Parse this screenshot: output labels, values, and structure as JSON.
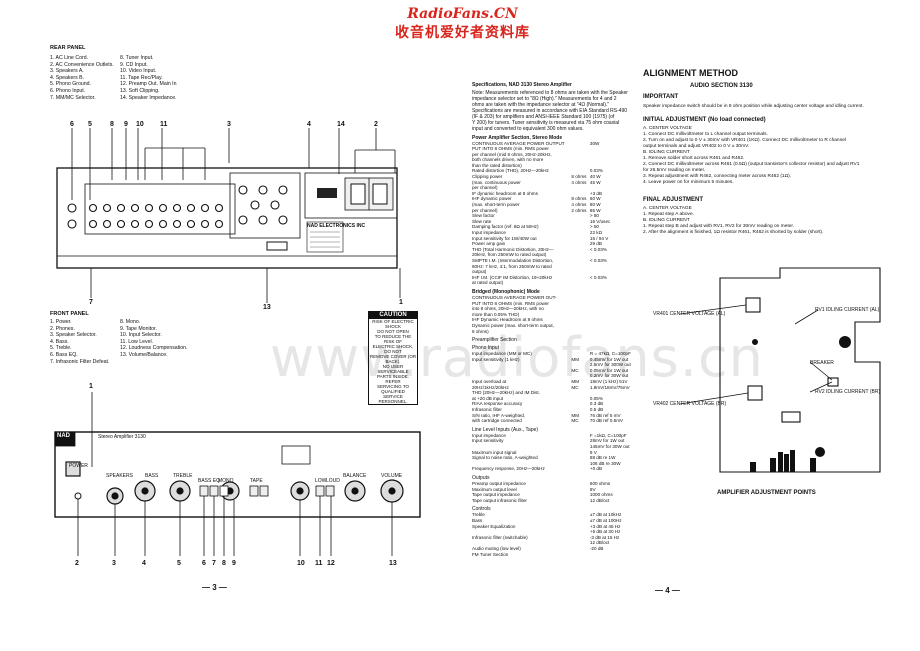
{
  "watermark": {
    "site": "RadioFans.CN",
    "cn": "收音机爱好者资料库",
    "url": "www.radiofans.cn"
  },
  "rear_panel": {
    "title": "REAR PANEL",
    "items_left": [
      "1. AC Line Cord.",
      "2. AC Convenience Outlets.",
      "3. Speakers A.",
      "4. Speakers B.",
      "5. Phono Ground.",
      "6. Phono Input.",
      "7. MM/MC Selector."
    ],
    "items_right": [
      "8. Tuner Input.",
      "9. CD Input.",
      "10. Video Input.",
      "11. Tape Rec/Play.",
      "12. Preamp Out. Main In",
      "13. Soft Clipping.",
      "14. Speaker Impedance."
    ],
    "callouts_top": [
      "6",
      "5",
      "8",
      "9",
      "10",
      "11",
      "3",
      "4",
      "14",
      "2"
    ],
    "callouts_bottom": [
      "7",
      "13",
      "1"
    ],
    "label_nad_electronics": "NAD ELECTRONICS INC"
  },
  "front_panel": {
    "title": "FRONT PANEL",
    "items_left": [
      "1. Power.",
      "2. Phones.",
      "3. Speaker Selector.",
      "4. Bass.",
      "5. Treble.",
      "6. Bass EQ.",
      "7. Infrasonic Filter Defeat."
    ],
    "items_right": [
      "8. Mono.",
      "9. Tape Monitor.",
      "10. Input Selector.",
      "11. Low Level.",
      "12. Loudness Compensation.",
      "13. Volume/Balance."
    ],
    "callout_top": "1",
    "callouts_bottom": [
      "2",
      "3",
      "4",
      "5",
      "6",
      "7",
      "8",
      "9",
      "10",
      "11",
      "12",
      "13"
    ],
    "brand": "NAD",
    "model": "Stereo Amplifier 3130",
    "knob_labels": [
      "POWER",
      "SPEAKERS",
      "BASS",
      "TREBLE",
      "BASS EQ",
      "MONO",
      "TAPE",
      "LOW",
      "LOUD",
      "BALANCE",
      "VOLUME"
    ]
  },
  "caution": {
    "title": "CAUTION",
    "text": [
      "RISK OF ELECTRIC SHOCK",
      "DO NOT OPEN",
      "TO REDUCE THE RISK OF",
      "ELECTRIC SHOCK, DO NOT",
      "REMOVE COVER (OR BACK).",
      "NO USER SERVICEABLE",
      "PARTS INSIDE. REFER",
      "SERVICING TO QUALIFIED",
      "SERVICE PERSONNEL."
    ]
  },
  "page_left": "— 3 —",
  "specs": {
    "title": "Specifications, NAD 3130 Stereo Amplifier",
    "note": [
      "Note: Measurements referenced to 8 ohms are taken with the Speaker",
      "impedance selector set to \"8Ω (High).\" Measurements for 4 and 2",
      "ohms are taken with the impedance selector at \"4Ω (Normal).\"",
      "Specifications are measured in accordance with EIA Standard RS-490",
      "(IF & 203) for amplifiers and ANSI-IEEE Standard 100 (1975) (of",
      "Y 200) for tuners. Tuner sensitivity is measured via 75 ohm coaxial",
      "input and converted to equivalent 300 ohm values."
    ],
    "power_section": "Power Amplifier Section, Stereo Mode",
    "rows": [
      {
        "k": "CONTINUOUS AVERAGE POWER OUTPUT",
        "m": "",
        "v": "30W"
      },
      {
        "k": "  PUT INTO 8 OHMS (min. RMS power",
        "m": "",
        "v": ""
      },
      {
        "k": "  per channel (mid 8 ohms, 20Hz-20kHz,",
        "m": "",
        "v": ""
      },
      {
        "k": "  both channels driven, with no more",
        "m": "",
        "v": ""
      },
      {
        "k": "  than the rated distortion)",
        "m": "",
        "v": ""
      },
      {
        "k": "Rated distortion (THD), 20Hz—20kHz",
        "m": "",
        "v": "0.03%"
      },
      {
        "k": "Clipping power",
        "m": "8 ohms",
        "v": "40 W"
      },
      {
        "k": "  (max. continuous power",
        "m": "4 ohms",
        "v": "45 W"
      },
      {
        "k": "  per channel)",
        "m": "",
        "v": ""
      },
      {
        "k": "IF dynamic headroom at 8 ohms",
        "m": "",
        "v": "+3 dB"
      },
      {
        "k": "IHF dynamic power",
        "m": "8 ohms",
        "v": "60 W"
      },
      {
        "k": "  (max. short-term power",
        "m": "4 ohms",
        "v": "80 W"
      },
      {
        "k": "  per channel)",
        "m": "2 ohms",
        "v": "85 W"
      },
      {
        "k": "Slew factor",
        "m": "",
        "v": "> 50"
      },
      {
        "k": "Slew rate",
        "m": "",
        "v": "16 V/usec"
      },
      {
        "k": "Damping factor (ref. 8Ω at 50Hz)",
        "m": "",
        "v": "> 50"
      },
      {
        "k": "Input impedance",
        "m": "",
        "v": "22 kΩ"
      },
      {
        "k": "Input sensitivity for 1W/40W out",
        "m": "",
        "v": "15 / 94 V"
      },
      {
        "k": "Power amp gain",
        "m": "",
        "v": "29 dB"
      },
      {
        "k": "THD (Total Harmonic Distortion, 20Hz—",
        "m": "",
        "v": "< 0.03%"
      },
      {
        "k": "  20kHz, from 250mW to rated output)",
        "m": "",
        "v": ""
      },
      {
        "k": "SMPTE I.M. (Intermodulation Distortion,",
        "m": "",
        "v": "< 0.03%"
      },
      {
        "k": "  60Hz: 7 kHz, 4:1, from 250mW to rated",
        "m": "",
        "v": ""
      },
      {
        "k": "  output)",
        "m": "",
        "v": ""
      },
      {
        "k": "IHF I.M. (CCIF IM Distortion, 19+20kHz",
        "m": "",
        "v": "< 0.03%"
      },
      {
        "k": "  at rated output)",
        "m": "",
        "v": ""
      }
    ],
    "bridged_title": "Bridged (Monophonic) Mode",
    "bridged_rows": [
      "CONTINUOUS AVERAGE POWER OUT-",
      "  PUT INTO 8 OHMS (min. RMS power",
      "  into 8 ohms, 20Hz—20kHz, with no",
      "  more than 0.05% THD)",
      "IHF Dynamic Headroom at 8 ohms",
      "Dynamic power (max. short-term output,",
      "  8 ohms)"
    ],
    "preamp_title": "Preamplifier Section",
    "phono_title": "Phono Input",
    "phono_rows": [
      {
        "k": "Input impedance (MM or MC)",
        "m": "",
        "v": "R = 47kΩ, C=100pF"
      },
      {
        "k": "Input sensitivity (1 kHz)",
        "m": "MM",
        "v": "0.45mV for 1W out"
      },
      {
        "k": "",
        "m": "",
        "v": "2.5mV for 300W out"
      },
      {
        "k": "",
        "m": "MC",
        "v": "0.05mV for 1W out"
      },
      {
        "k": "",
        "m": "",
        "v": "0.2mV for 30W out"
      },
      {
        "k": "Input overload at",
        "m": "MM",
        "v": "18mV (1 kHz) 51V"
      },
      {
        "k": "  20Hz/1kHz/20kHz",
        "m": "MC",
        "v": "1.8mV/18mV/75mV"
      },
      {
        "k": "THD (20Hz—20kHz) and IM Dist.",
        "m": "",
        "v": ""
      },
      {
        "k": "  at +20 dB input",
        "m": "",
        "v": "0.05%"
      },
      {
        "k": "RIAA response accuracy",
        "m": "",
        "v": "0.3 dB"
      },
      {
        "k": "Infrasonic filter",
        "m": "",
        "v": "0.5 dB"
      },
      {
        "k": "S/N ratio, IHF A-weighted,",
        "m": "MM",
        "v": "76 dB ref 5 mV"
      },
      {
        "k": "  with cartridge connected",
        "m": "MC",
        "v": "70 dB ref 0.5mV"
      }
    ],
    "line_title": "Line Level Inputs (Aux., Tape)",
    "line_rows": [
      {
        "k": "Input impedance",
        "m": "",
        "v": "F =1kΩ, C=100pF"
      },
      {
        "k": "Input sensitivity",
        "m": "",
        "v": "28mV for 1W out"
      },
      {
        "k": "",
        "m": "",
        "v": "145mV for 30W out"
      },
      {
        "k": "Maximum input signal",
        "m": "",
        "v": "9 V"
      },
      {
        "k": "Signal to noise ratio, A-weighted",
        "m": "",
        "v": "88 dB re 1W"
      },
      {
        "k": "",
        "m": "",
        "v": "106 dB re 30W"
      },
      {
        "k": "Frequency response, 20Hz—20kHz",
        "m": "",
        "v": "+0 dB"
      }
    ],
    "outputs_title": "Outputs",
    "outputs_rows": [
      {
        "k": "Preamp output impedance",
        "m": "",
        "v": "600 ohms"
      },
      {
        "k": "Maximum output level",
        "m": "",
        "v": "8V"
      },
      {
        "k": "Tape output impedance",
        "m": "",
        "v": "1000 ohms"
      },
      {
        "k": "Tape output infrasonic filter",
        "m": "",
        "v": "12 dB/oct"
      }
    ],
    "controls_title": "Controls",
    "controls_rows": [
      {
        "k": "Treble",
        "m": "",
        "v": "±7 dB at 10kHz"
      },
      {
        "k": "Bass",
        "m": "",
        "v": "±7 dB at 100Hz"
      },
      {
        "k": "Speaker Equalization",
        "m": "",
        "v": "+3 dB at 45 Hz"
      },
      {
        "k": "",
        "m": "",
        "v": "+5 dB at 30 Hz"
      },
      {
        "k": "Infrasonic filter (switchable)",
        "m": "",
        "v": "-3 dB at 15 Hz"
      },
      {
        "k": "",
        "m": "",
        "v": "12 dB/oct"
      },
      {
        "k": "Audio muting (low level)",
        "m": "",
        "v": "-20 dB"
      },
      {
        "k": "FM Tuner Section",
        "m": "",
        "v": ""
      }
    ]
  },
  "alignment": {
    "title": "ALIGNMENT METHOD",
    "section": "AUDIO SECTION 3130",
    "important_title": "IMPORTANT",
    "important_text": "Speaker impedance switch should be in 8 ohm position while adjusting center voltage and idling current.",
    "initial_title": "INITIAL ADJUSTMENT  (No load connected)",
    "initial_items": [
      "A.      CENTER VOLTAGE",
      "1.   Connect DC millivoltmeter to L channel output terminals.",
      "2.   Turn on and adjust to 0 V ± 30mV with VR401 (1KΩ). Connect DC millivoltmeter to R channel",
      "      output terminals and adjust VR402 to 0 V ± 30mV.",
      "B.      IDLING CURRENT",
      "1.   Remove solder short across R461 and R462.",
      "2.   Connect DC millivoltmeter across R461 (0.5Ω) (output transistor's collector resistor) and adjust RV1",
      "      for 26.5mV reading on meter.",
      "3.   Repeat adjustment with R462, connecting meter across R462 (1Ω).",
      "4.   Leave power on for minimum 5 minutes."
    ],
    "final_title": "FINAL ADJUSTMENT",
    "final_items": [
      "A.      CENTER VOLTAGE",
      "1.   Repeat step A above.",
      "B.      IDLING CURRENT",
      "1.   Repeat step B and adjust with RV1, RV2 for 30mV reading on meter.",
      "2.   After the alignment is finished, 1Ω resistor R461, R462 is shorted by solder (short)."
    ],
    "diagram_labels": [
      "VR401 CENTER VOLTAGE (AL)",
      "RV1 IDLING CURRENT (AL)",
      "VR402 CENTER VOLTAGE (BR)",
      "BREAKER",
      "RV2 IDLING CURRENT (BR)"
    ],
    "diagram_caption": "AMPLIFIER ADJUSTMENT POINTS"
  },
  "page_right": "— 4 —"
}
